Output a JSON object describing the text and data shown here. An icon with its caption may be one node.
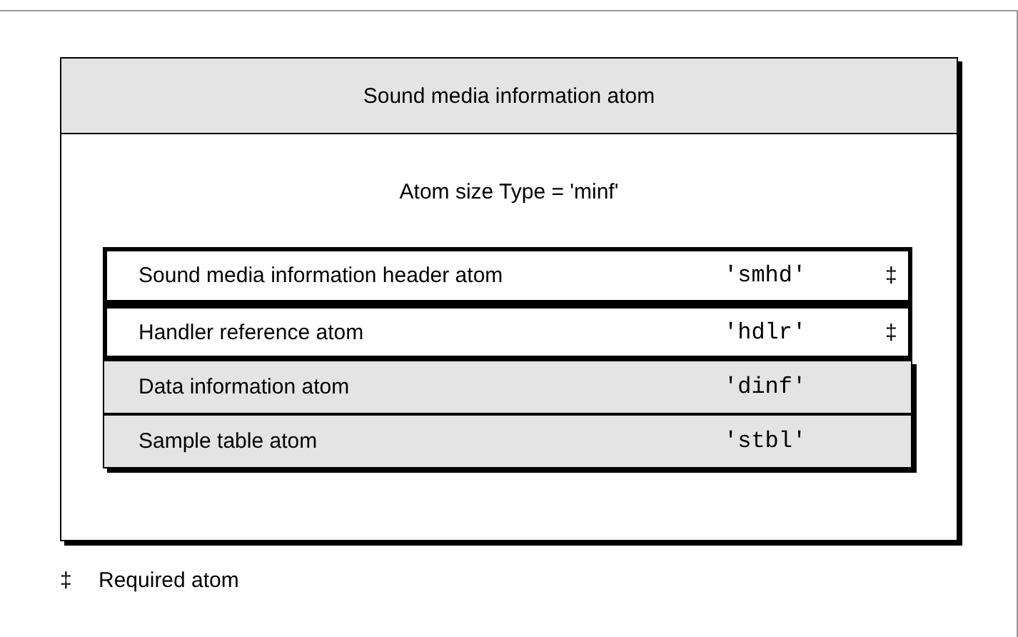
{
  "diagram": {
    "nodes": [
      {
        "text": [
          "Sound media information atom",
          "Atom size Type = 'minf'"
        ]
      },
      {
        "text": [
          "Sound media information header atom",
          "'smhd'",
          "‡"
        ],
        "in": 0
      },
      {
        "text": [
          "Handler reference atom",
          "'hdlr'",
          "‡"
        ],
        "in": 0
      },
      {
        "text": [
          "Data information atom",
          "'dinf'"
        ],
        "in": 0
      },
      {
        "text": [
          "Sample table atom",
          "'stbl'"
        ],
        "in": 0
      }
    ],
    "edges": [],
    "labels": [
      "‡",
      "Required atom"
    ]
  }
}
